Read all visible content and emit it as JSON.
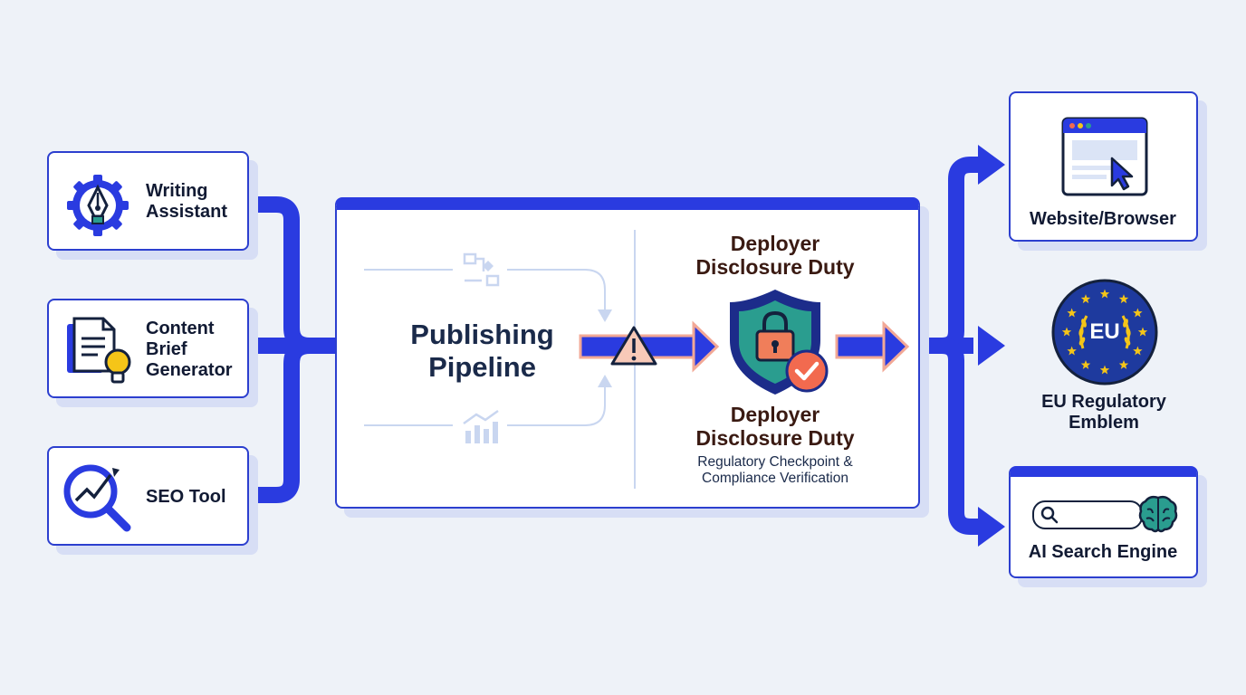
{
  "sources": [
    {
      "label": "Writing\nAssistant",
      "icon": "gear-pen-icon"
    },
    {
      "label": "Content\nBrief\nGenerator",
      "icon": "document-lightbulb-icon"
    },
    {
      "label": "SEO Tool",
      "icon": "magnifier-chart-icon"
    }
  ],
  "pipeline": {
    "title": "Publishing\nPipeline",
    "duty_heading_top": "Deployer\nDisclosure Duty",
    "duty_heading_bottom": "Deployer\nDisclosure Duty",
    "checkpoint_caption": "Regulatory Checkpoint &\nCompliance Verification"
  },
  "outputs": [
    {
      "label": "Website/Browser",
      "icon": "browser-window-icon"
    },
    {
      "label": "EU Regulatory\nEmblem",
      "icon": "eu-emblem-icon",
      "emblem_text": "EU"
    },
    {
      "label": "AI Search Engine",
      "icon": "search-brain-icon"
    }
  ],
  "colors": {
    "accent": "#2a3be0",
    "card_border": "#2c3fcf",
    "shield": "#2a9d8f",
    "lock": "#f07e5a",
    "check_badge": "#f26a4f",
    "warning": "#f2a896",
    "eu_blue": "#1e3a9e",
    "eu_star": "#f5c518"
  }
}
